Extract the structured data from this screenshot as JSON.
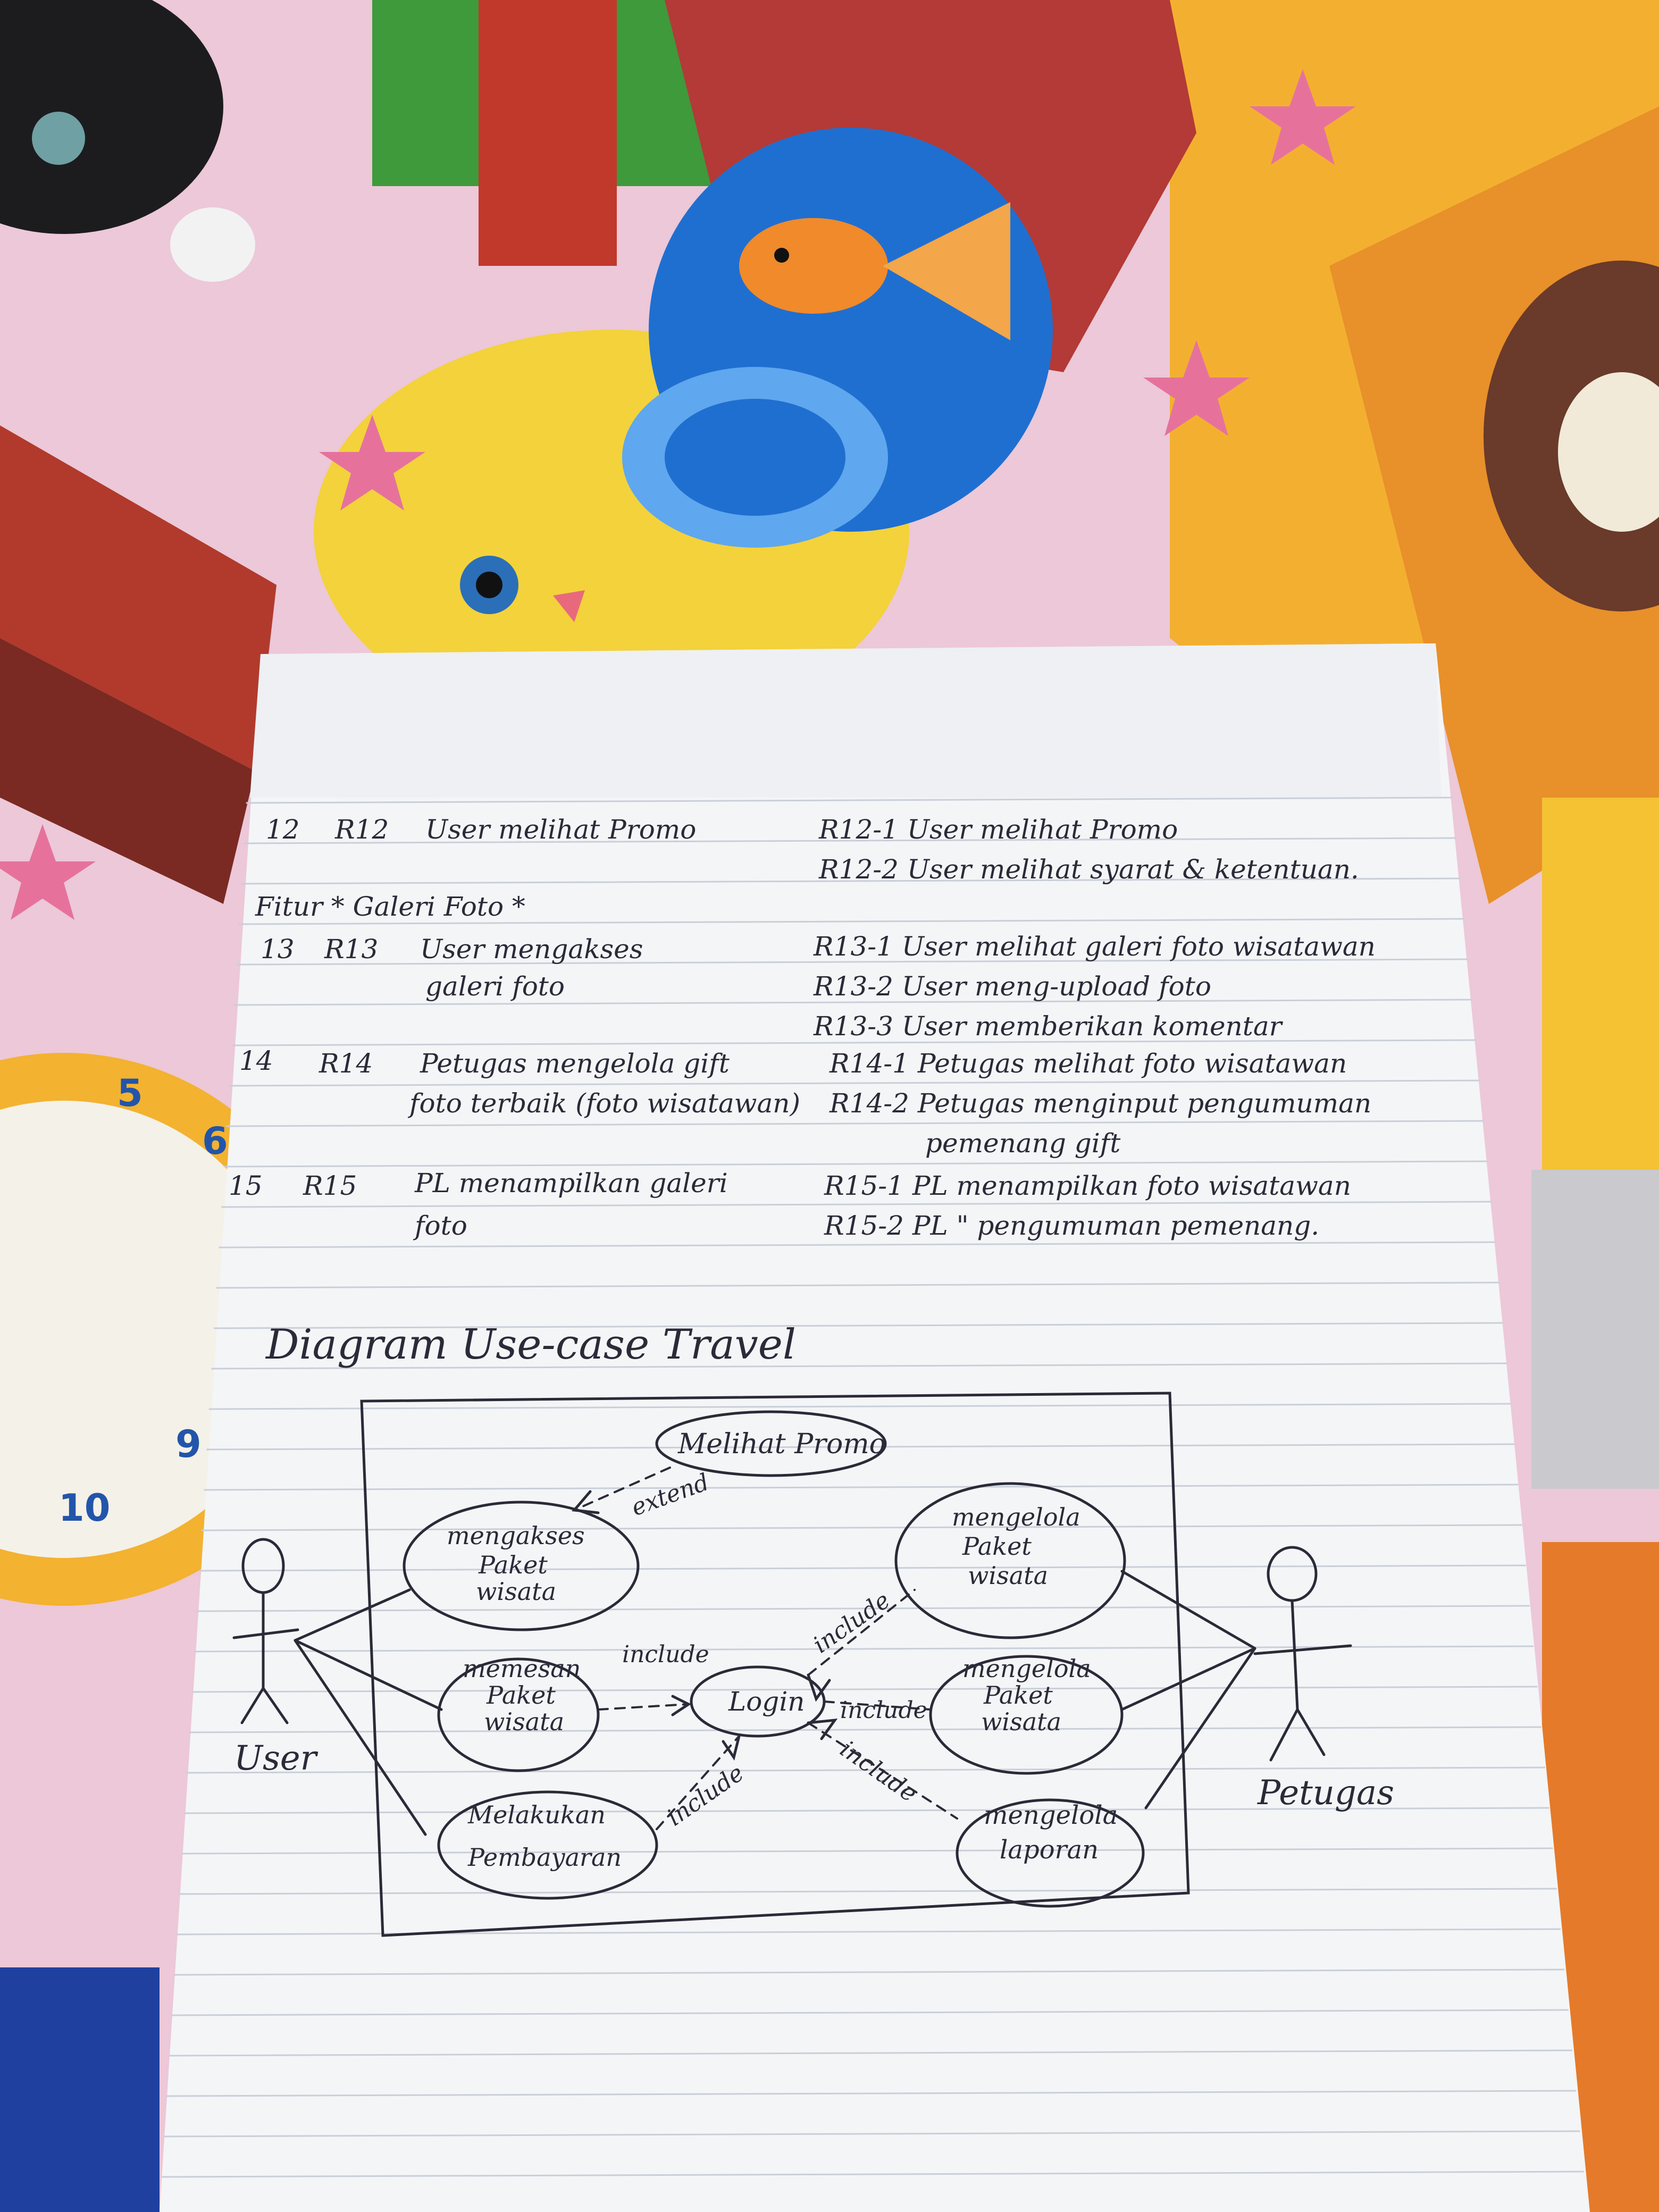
{
  "colors": {
    "mat_pink": "#ecc8d8",
    "mat_orange": "#f2a23a",
    "mat_red": "#c0392b",
    "paper": "#f4f5f7",
    "rule_line": "#c9cfd8",
    "ink": "#2a2a38",
    "fishbowl": "#1f6fd1",
    "kitten_yellow": "#f3d23b"
  },
  "requirements": [
    {
      "no": "12",
      "code": "R12",
      "title_lines": [
        "User melihat Promo"
      ],
      "items": [
        "R12-1 User melihat Promo",
        "R12-2 User melihat syarat & ketentuan."
      ]
    },
    {
      "section_title": "Fitur * Galeri Foto *"
    },
    {
      "no": "13",
      "code": "R13",
      "title_lines": [
        "User mengakses",
        "galeri foto"
      ],
      "items": [
        "R13-1 User melihat galeri foto wisatawan",
        "R13-2 User meng-upload foto",
        "R13-3 User memberikan komentar"
      ]
    },
    {
      "no": "14",
      "code": "R14",
      "title_lines": [
        "Petugas mengelola gift",
        "foto terbaik (foto wisatawan)"
      ],
      "items": [
        "R14-1 Petugas melihat foto wisatawan",
        "R14-2 Petugas menginput pengumuman",
        "pemenang gift"
      ]
    },
    {
      "no": "15",
      "code": "R15",
      "title_lines": [
        "PL menampilkan galeri",
        "foto"
      ],
      "items": [
        "R15-1 PL menampilkan foto wisatawan",
        "R15-2 PL    \"    pengumuman pemenang."
      ]
    }
  ],
  "diagram": {
    "title": "Diagram Use-case Travel",
    "actors": [
      {
        "id": "user",
        "label": "User"
      },
      {
        "id": "petugas",
        "label": "Petugas"
      }
    ],
    "use_cases": [
      {
        "id": "uc-melihat-promo",
        "lines": [
          "Melihat Promo"
        ]
      },
      {
        "id": "uc-mengakses-paket",
        "lines": [
          "mengakses",
          "Paket",
          "wisata"
        ]
      },
      {
        "id": "uc-memesan-paket",
        "lines": [
          "memesan",
          "Paket",
          "wisata"
        ]
      },
      {
        "id": "uc-melakukan-pembayaran",
        "lines": [
          "Melakukan",
          "Pembayaran"
        ]
      },
      {
        "id": "uc-login",
        "lines": [
          "Login"
        ]
      },
      {
        "id": "uc-mengelola-paket-1",
        "lines": [
          "mengelola",
          "Paket",
          "wisata"
        ]
      },
      {
        "id": "uc-mengelola-paket-2",
        "lines": [
          "mengelola",
          "Paket",
          "wisata"
        ]
      },
      {
        "id": "uc-mengelola-laporan",
        "lines": [
          "mengelola",
          "laporan"
        ]
      }
    ],
    "relation_labels": {
      "extend": "extend",
      "include_memesan": "include",
      "include_mengelola1": "include",
      "include_mengelola2": "include",
      "include_laporan": "include",
      "include_pembayaran": "include"
    }
  }
}
